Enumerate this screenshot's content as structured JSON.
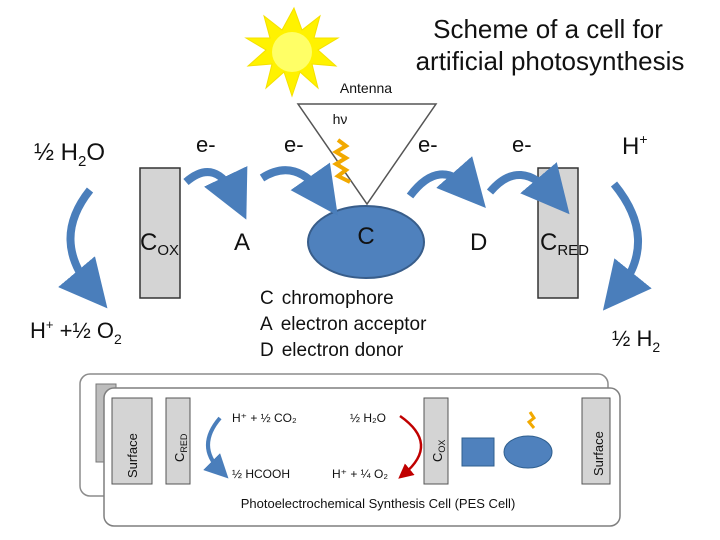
{
  "title_line1": "Scheme of a cell for",
  "title_line2": "artificial photosynthesis",
  "antenna_label": "Antenna",
  "hv_label": "hν",
  "electron_label": "e-",
  "water_left": "½ H",
  "water_left_sub": "2",
  "water_left_tail": "O",
  "proton_right": "H",
  "proton_right_sup": "+",
  "cox_main": "C",
  "cox_sub": "OX",
  "cred_main": "C",
  "cred_sub": "RED",
  "a_label": "A",
  "c_label": "C",
  "d_label": "D",
  "legend": [
    {
      "key": "C",
      "text": "chromophore"
    },
    {
      "key": "A",
      "text": "electron acceptor"
    },
    {
      "key": "D",
      "text": "electron donor"
    }
  ],
  "oxygen_left_main": "H",
  "oxygen_left_sup": "+",
  "oxygen_left_tail": " +½ O",
  "oxygen_left_sub": "2",
  "hydrogen_right_main": "½ H",
  "hydrogen_right_sub": "2",
  "pes": {
    "surface_left": "Surface",
    "surface_right": "Surface",
    "cred_main": "C",
    "cred_sub": "RED",
    "cox_main": "C",
    "cox_sub": "OX",
    "co2_text": "H⁺ + ½ CO₂",
    "h2o_text": "½ H₂O",
    "hcooh_text": "½ HCOOH",
    "o2_text": "H⁺ + ¼ O₂",
    "caption": "Photoelectrochemical Synthesis Cell (PES Cell)"
  },
  "colors": {
    "sun": "#FFF200",
    "sun_core": "#FFFF66",
    "arrow": "#4A7EBB",
    "arrow_dark": "#2F5F8F",
    "ellipse": "#4F81BD",
    "ellipse_stroke": "#385D8A",
    "electrode": "#D4D4D4",
    "panel_stroke": "#7F7F7F",
    "red_arrow": "#C00000",
    "squiggle": "#F2A900"
  }
}
